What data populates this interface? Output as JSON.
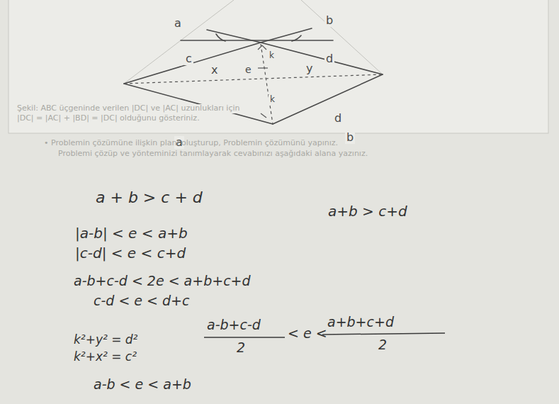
{
  "diagram": {
    "labels": [
      "a",
      "b",
      "c",
      "d",
      "k",
      "x",
      "e",
      "y",
      "k",
      "d",
      "a",
      "b",
      "Şekil: ABC üçgeninde verilen |DC| ve |AC| uzunlukları için",
      "|DC| = |AC| + |BD| = |DC| olduğunu gösteriniz.",
      "• Problemin çözümüne ilişkin planı oluşturup, Problemin çözümünü yapınız.",
      "Problemi çözüp ve yönteminizi tanımlayarak cevabınızı aşağıdaki alana yazınız.",
      "a + b > c + d",
      "a+b > c+d",
      "|a-b| < e < a+b",
      "|c-d| < e < c+d",
      "a-b+c-d < 2e < a+b+c+d",
      "c-d < e < d+c",
      "a-b+c-d",
      "2",
      "< e <",
      "a+b+c+d",
      "2",
      "k²+y² = d²",
      "k²+x² = c²",
      "a-b < e < a+b"
    ]
  }
}
